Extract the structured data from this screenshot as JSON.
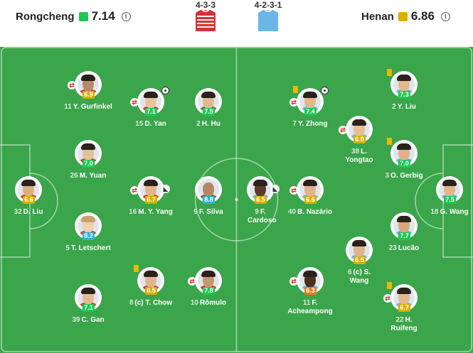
{
  "header": {
    "home": {
      "name": "Rongcheng",
      "rating": "7.14",
      "rating_color": "#1ec853"
    },
    "away": {
      "name": "Henan",
      "rating": "6.86",
      "rating_color": "#d9af00"
    },
    "home_formation": "4-3-3",
    "away_formation": "4-2-3-1",
    "info_icon": "i"
  },
  "colors": {
    "pitch": "#3aa54a",
    "rating_green": "#1ec853",
    "rating_yellow": "#d9af00",
    "rating_orange": "#e67e22",
    "rating_blue": "#2bb3d4",
    "yellow_card": "#e8b904",
    "home_kit": "#d4323a",
    "away_kit": "#6bb6e6"
  },
  "players": [
    {
      "id": "gurfinkel",
      "number": "11",
      "name": "Y. Gurfinkel",
      "rating": "6.9",
      "rating_color": "#d9af00",
      "badges": [
        "sub"
      ],
      "side": "home"
    },
    {
      "id": "yan",
      "number": "15",
      "name": "D. Yan",
      "rating": "7.1",
      "rating_color": "#1ec853",
      "badges": [
        "sub",
        "goal"
      ],
      "side": "home"
    },
    {
      "id": "hu",
      "number": "2",
      "name": "H. Hu",
      "rating": "7.5",
      "rating_color": "#1ec853",
      "badges": [],
      "side": "home"
    },
    {
      "id": "yuan",
      "number": "26",
      "name": "M. Yuan",
      "rating": "7.0",
      "rating_color": "#1ec853",
      "badges": [],
      "side": "home"
    },
    {
      "id": "dliu",
      "number": "32",
      "name": "D. Liu",
      "rating": "6.6",
      "rating_color": "#d9af00",
      "badges": [],
      "side": "home"
    },
    {
      "id": "myyang",
      "number": "16",
      "name": "M. Y. Yang",
      "rating": "6.7",
      "rating_color": "#d9af00",
      "badges": [
        "sub",
        "boot"
      ],
      "side": "home"
    },
    {
      "id": "silva",
      "number": "9",
      "name": "F. Silva",
      "rating": "8.8",
      "rating_color": "#2bb3d4",
      "badges": [],
      "side": "home"
    },
    {
      "id": "letschert",
      "number": "5",
      "name": "T. Letschert",
      "rating": "8.2",
      "rating_color": "#2bb3d4",
      "badges": [],
      "side": "home"
    },
    {
      "id": "chow",
      "number": "8",
      "name": "(c) T. Chow",
      "rating": "6.5",
      "rating_color": "#d9af00",
      "badges": [
        "card"
      ],
      "side": "home"
    },
    {
      "id": "romulo",
      "number": "10",
      "name": "Rômulo",
      "rating": "7.8",
      "rating_color": "#1ec853",
      "badges": [
        "sub"
      ],
      "side": "home"
    },
    {
      "id": "gan",
      "number": "39",
      "name": "C. Gan",
      "rating": "7.1",
      "rating_color": "#1ec853",
      "badges": [],
      "side": "home"
    },
    {
      "id": "cardoso",
      "number": "9",
      "name": "F. Cardoso",
      "rating": "6.5",
      "rating_color": "#d9af00",
      "badges": [
        "boot"
      ],
      "side": "away"
    },
    {
      "id": "nazario",
      "number": "40",
      "name": "B. Nazário",
      "rating": "6.6",
      "rating_color": "#d9af00",
      "badges": [
        "sub"
      ],
      "side": "away"
    },
    {
      "id": "zhong",
      "number": "7",
      "name": "Y. Zhong",
      "rating": "7.4",
      "rating_color": "#1ec853",
      "badges": [
        "card",
        "sub",
        "goal"
      ],
      "side": "away"
    },
    {
      "id": "yongtao",
      "number": "38",
      "name": "L. Yongtao",
      "rating": "6.9",
      "rating_color": "#d9af00",
      "badges": [
        "sub"
      ],
      "side": "away"
    },
    {
      "id": "acheampong",
      "number": "11",
      "name": "F. Acheampong",
      "rating": "6.3",
      "rating_color": "#e67e22",
      "badges": [
        "sub"
      ],
      "side": "away"
    },
    {
      "id": "wang_s",
      "number": "6",
      "name": "(c) S. Wang",
      "rating": "6.5",
      "rating_color": "#d9af00",
      "badges": [],
      "side": "away"
    },
    {
      "id": "yliu",
      "number": "2",
      "name": "Y. Liu",
      "rating": "7.3",
      "rating_color": "#1ec853",
      "badges": [
        "card"
      ],
      "side": "away"
    },
    {
      "id": "gerbig",
      "number": "3",
      "name": "O. Gerbig",
      "rating": "7.0",
      "rating_color": "#1ec853",
      "badges": [
        "card"
      ],
      "side": "away"
    },
    {
      "id": "lucao",
      "number": "23",
      "name": "Lucão",
      "rating": "7.7",
      "rating_color": "#1ec853",
      "badges": [],
      "side": "away"
    },
    {
      "id": "ruifeng",
      "number": "22",
      "name": "H. Ruifeng",
      "rating": "6.7",
      "rating_color": "#d9af00",
      "badges": [
        "card",
        "sub"
      ],
      "side": "away"
    },
    {
      "id": "gwang",
      "number": "18",
      "name": "G. Wang",
      "rating": "7.5",
      "rating_color": "#1ec853",
      "badges": [],
      "side": "away"
    }
  ]
}
